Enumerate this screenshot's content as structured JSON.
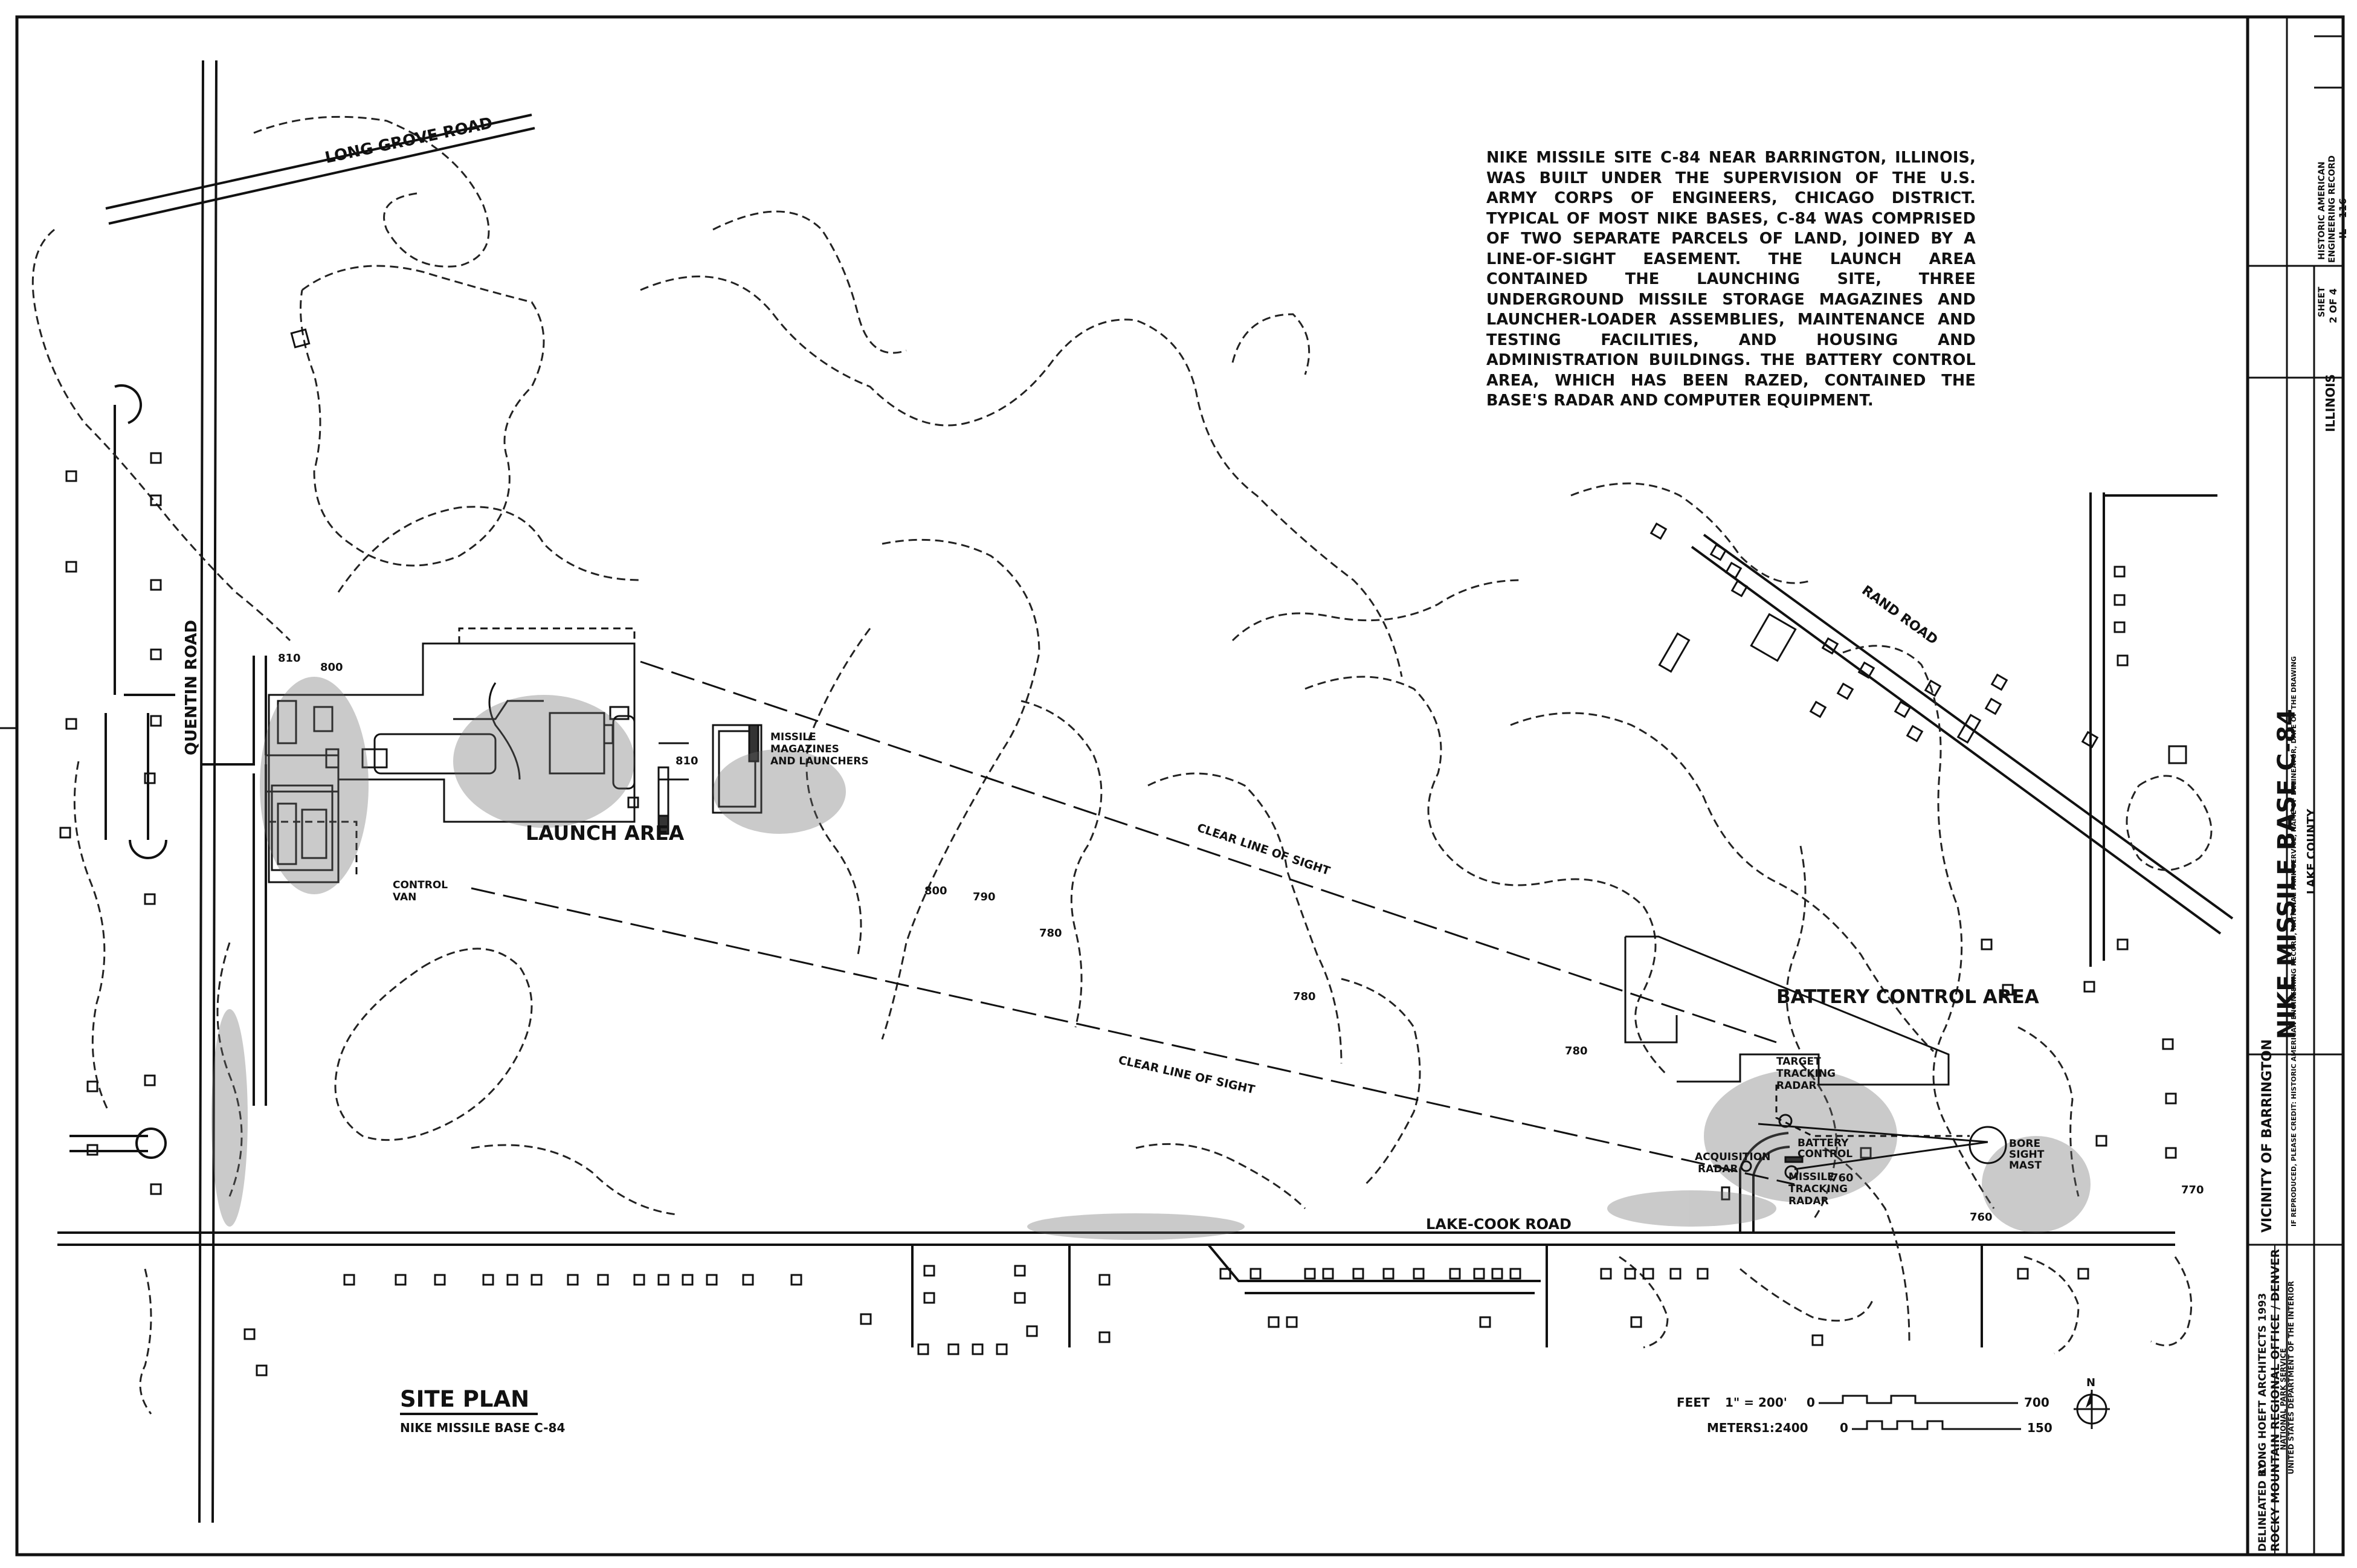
{
  "map": {
    "description": "NIKE MISSILE SITE C-84 NEAR BARRINGTON, ILLINOIS, WAS BUILT UNDER THE SUPERVISION OF THE U.S. ARMY CORPS OF ENGINEERS, CHICAGO DISTRICT. TYPICAL OF MOST NIKE BASES, C-84 WAS COMPRISED OF TWO SEPARATE PARCELS OF LAND, JOINED BY A LINE-OF-SIGHT EASEMENT. THE LAUNCH AREA CONTAINED THE LAUNCHING SITE, THREE UNDERGROUND MISSILE STORAGE MAGAZINES AND LAUNCHER-LOADER ASSEMBLIES, MAINTENANCE AND TESTING FACILITIES, AND HOUSING AND ADMINISTRATION BUILDINGS. THE BATTERY CONTROL AREA, WHICH HAS BEEN RAZED, CONTAINED THE BASE'S RADAR AND COMPUTER EQUIPMENT.",
    "roads": {
      "long_grove": "LONG GROVE ROAD",
      "quentin": "QUENTIN ROAD",
      "rand": "RAND ROAD",
      "lake_cook": "LAKE-COOK ROAD"
    },
    "areas": {
      "launch": "LAUNCH AREA",
      "battery": "BATTERY CONTROL AREA"
    },
    "facility_labels": {
      "magazines_1": "MISSILE",
      "magazines_2": "MAGAZINES",
      "magazines_3": "AND LAUNCHERS",
      "control_van_1": "CONTROL",
      "control_van_2": "VAN",
      "target_radar_1": "TARGET",
      "target_radar_2": "TRACKING",
      "target_radar_3": "RADAR",
      "acq_radar_1": "ACQUISITION",
      "acq_radar_2": "RADAR",
      "battery_control_1": "BATTERY",
      "battery_control_2": "CONTROL",
      "missile_radar_1": "MISSILE",
      "missile_radar_2": "TRACKING",
      "missile_radar_3": "RADAR",
      "bore_sight_1": "BORE",
      "bore_sight_2": "SIGHT",
      "bore_sight_3": "MAST"
    },
    "line_of_sight_label": "CLEAR LINE OF SIGHT",
    "contours": [
      "810",
      "800",
      "810",
      "800",
      "790",
      "780",
      "780",
      "780",
      "760",
      "770",
      "760"
    ],
    "title": "SITE PLAN",
    "subtitle": "NIKE MISSILE BASE C-84",
    "scale": {
      "feet_label": "FEET",
      "feet_ratio": "1\" = 200'",
      "feet_start": "0",
      "feet_end": "700",
      "meters_label": "METERS",
      "meters_ratio": "1:2400",
      "meters_start": "0",
      "meters_end": "150"
    },
    "north": "N"
  },
  "title_block": {
    "delineated": "DELINEATED BY",
    "architect": "LONG HOEFT ARCHITECTS  1993",
    "office": "ROCKY MOUNTAIN REGIONAL OFFICE / DENVER",
    "agency_1": "NATIONAL PARK SERVICE",
    "agency_2": "UNITED STATES DEPARTMENT OF THE INTERIOR",
    "credit": "IF REPRODUCED, PLEASE CREDIT: HISTORIC AMERICAN ENGINEERING RECORD, NATIONAL PARK SERVICE, NAME OF DELINEATOR, DATE OF THE DRAWING",
    "vicinity": "VICINITY OF BARRINGTON",
    "site_name": "NIKE MISSILE BASE C-84",
    "county": "LAKE COUNTY",
    "state": "ILLINOIS",
    "sheet_label": "SHEET",
    "sheet_number": "2 OF 4",
    "record_1": "HISTORIC AMERICAN",
    "record_2": "ENGINEERING RECORD",
    "record_number": "IL - 116"
  }
}
